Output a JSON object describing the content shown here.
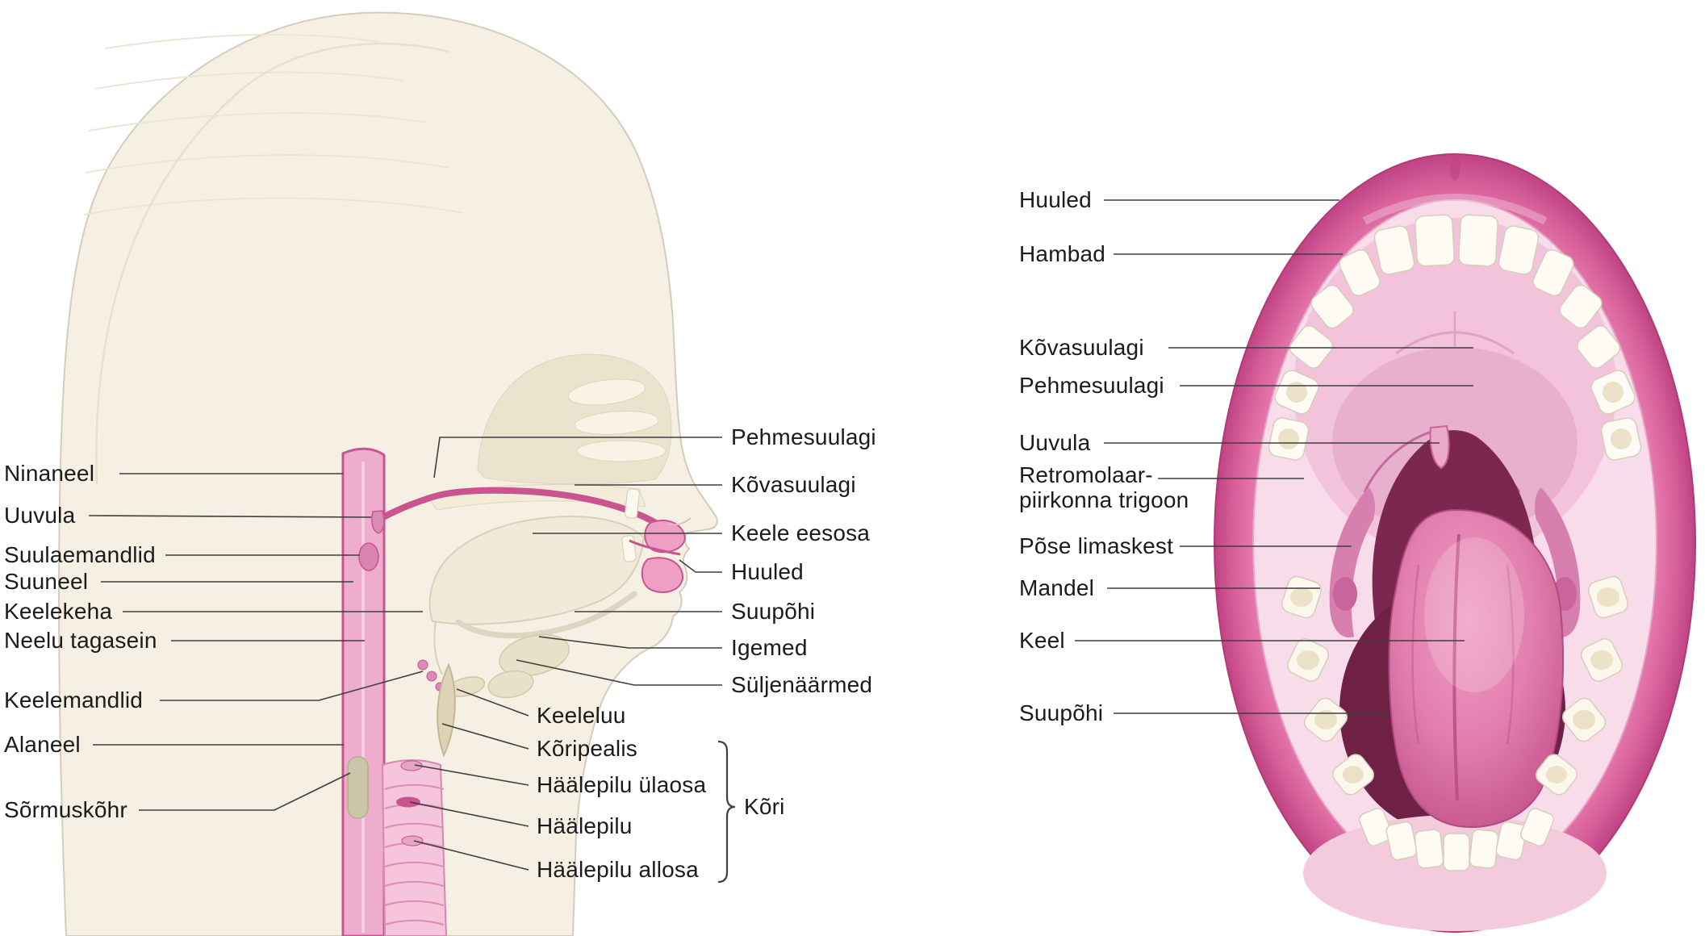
{
  "colors": {
    "text": "#1b1b1b",
    "line": "#3f3f3f",
    "pink-dark": "#c9548f",
    "pink-light": "#f2b8d4",
    "lip": "#cc4c8c",
    "skin": "#f5f0e3",
    "cavity-dark": "#7c2750",
    "background": "#ffffff"
  },
  "head_diagram": {
    "left_labels": [
      "Ninaneel",
      "Uuvula",
      "Suulaemandlid",
      "Suuneel",
      "Keelekeha",
      "Neelu tagasein",
      "Keelemandlid",
      "Alaneel",
      "Sõrmuskõhr"
    ],
    "right_labels": [
      "Pehmesuulagi",
      "Kõvasuulagi",
      "Keele eesosa",
      "Huuled",
      "Suupõhi",
      "Igemed",
      "Süljenäärmed"
    ],
    "larynx_area_labels": [
      "Keeleluu",
      "Kõripealis",
      "Häälepilu ülaosa",
      "Häälepilu",
      "Häälepilu allosa"
    ],
    "bracket_label": "Kõri"
  },
  "mouth_diagram": {
    "labels": [
      "Huuled",
      "Hambad",
      "Kõvasuulagi",
      "Pehmesuulagi",
      "Uuvula",
      "Retromolaar-piirkonna trigoon",
      "Põse limaskest",
      "Mandel",
      "Keel",
      "Suupõhi"
    ]
  }
}
